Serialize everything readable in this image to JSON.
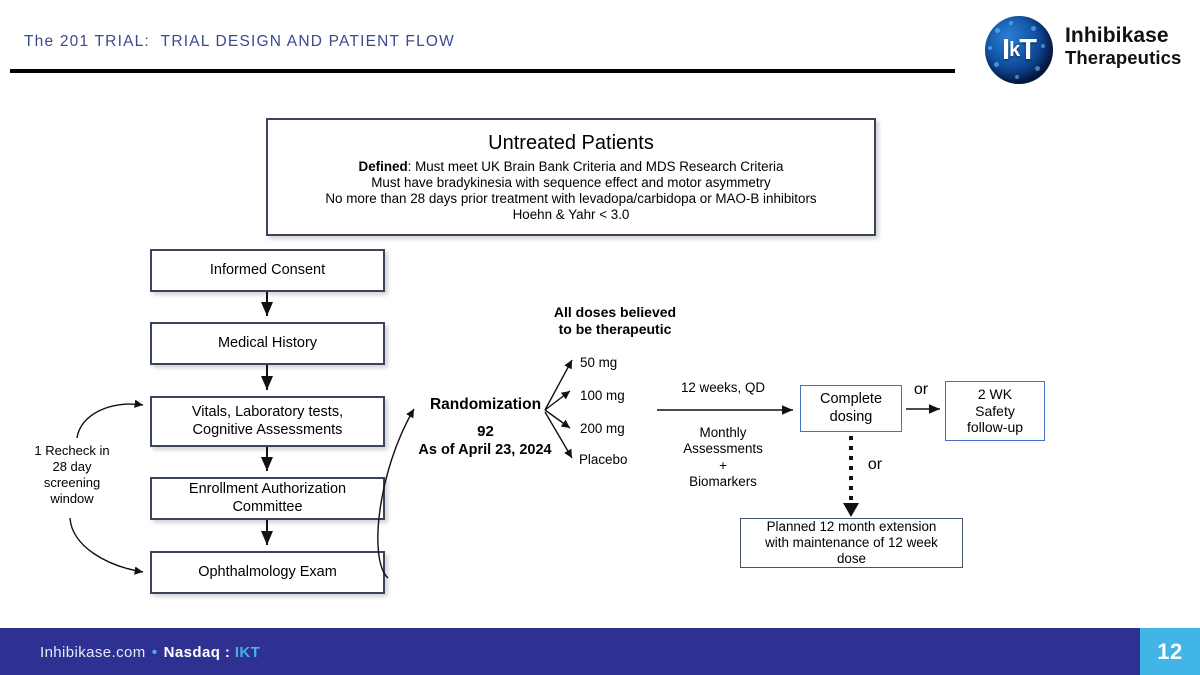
{
  "header": {
    "title": "The 201 TRIAL:  TRIAL DESIGN AND PATIENT FLOW",
    "rule_color": "#000000",
    "title_color": "#3b4a8c"
  },
  "logo": {
    "mark_i": "I",
    "mark_k": "k",
    "mark_t": "T",
    "company_line1": "Inhibikase",
    "company_line2": "Therapeutics"
  },
  "criteria_box": {
    "heading": "Untreated Patients",
    "defined_label": "Defined",
    "defined_rest": ":  Must meet UK Brain Bank Criteria and MDS Research Criteria",
    "line2": "Must have bradykinesia with sequence effect and motor asymmetry",
    "line3": "No more than 28 days prior treatment with levadopa/carbidopa or MAO-B inhibitors",
    "line4": "Hoehn & Yahr < 3.0"
  },
  "screening_steps": [
    {
      "label": "Informed Consent"
    },
    {
      "label": "Medical History"
    },
    {
      "label": "Vitals, Laboratory tests,\nCognitive Assessments"
    },
    {
      "label": "Enrollment Authorization\nCommittee"
    },
    {
      "label": "Ophthalmology Exam"
    }
  ],
  "recheck_note": "1 Recheck in\n28 day\nscreening\nwindow",
  "randomization": {
    "label": "Randomization",
    "count": "92",
    "as_of": "As of April 23, 2024"
  },
  "doses_note": "All doses believed\nto be therapeutic",
  "arms": [
    {
      "label": "50 mg"
    },
    {
      "label": "100 mg"
    },
    {
      "label": "200 mg"
    },
    {
      "label": "Placebo"
    }
  ],
  "treatment": {
    "duration": "12 weeks, QD",
    "assessments": "Monthly\nAssessments\n+\nBiomarkers"
  },
  "complete_dosing": "Complete\ndosing",
  "or_right": "or",
  "or_down": "or",
  "safety_followup": "2 WK\nSafety\nfollow-up",
  "extension_box": "Planned 12 month extension\nwith maintenance of 12 week\ndose",
  "footer": {
    "site": "Inhibikase.com",
    "separator": "•",
    "exchange": "Nasdaq :",
    "ticker": "IKT",
    "page_number": "12",
    "bar_color": "#2e3192",
    "accent_color": "#41b6e6"
  }
}
